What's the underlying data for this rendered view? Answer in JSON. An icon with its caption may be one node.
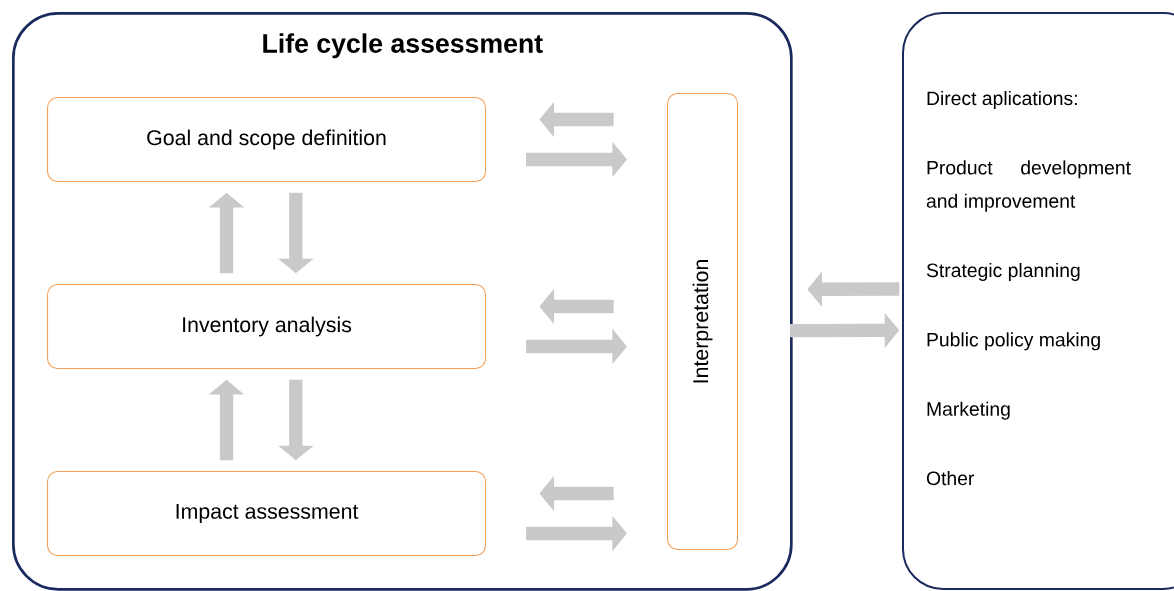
{
  "diagram": {
    "nodes": [
      {
        "text": [
          "Life cycle assessment"
        ]
      },
      {
        "text": [
          "Goal and scope definition"
        ],
        "in": 0
      },
      {
        "text": [
          "Inventory analysis"
        ],
        "in": 0
      },
      {
        "text": [
          "Impact assessment"
        ],
        "in": 0
      },
      {
        "text": [
          "Interpretation"
        ],
        "in": 0
      },
      {
        "text": [
          "Direct aplications:",
          "Product development and improvement",
          "Strategic planning",
          "Public policy making",
          "Marketing",
          "Other"
        ]
      }
    ],
    "edges": [
      {
        "from": 4,
        "to": 1,
        "arrow": "to"
      },
      {
        "from": 1,
        "to": 4,
        "arrow": "to"
      },
      {
        "from": 2,
        "to": 1,
        "arrow": "to"
      },
      {
        "from": 1,
        "to": 2,
        "arrow": "to"
      },
      {
        "from": 4,
        "to": 2,
        "arrow": "to"
      },
      {
        "from": 2,
        "to": 4,
        "arrow": "to"
      },
      {
        "from": 3,
        "to": 2,
        "arrow": "to"
      },
      {
        "from": 2,
        "to": 3,
        "arrow": "to"
      },
      {
        "from": 4,
        "to": 3,
        "arrow": "to"
      },
      {
        "from": 3,
        "to": 4,
        "arrow": "to"
      },
      {
        "from": 5,
        "to": 0,
        "arrow": "to"
      },
      {
        "from": 0,
        "to": 5,
        "arrow": "to"
      }
    ]
  }
}
